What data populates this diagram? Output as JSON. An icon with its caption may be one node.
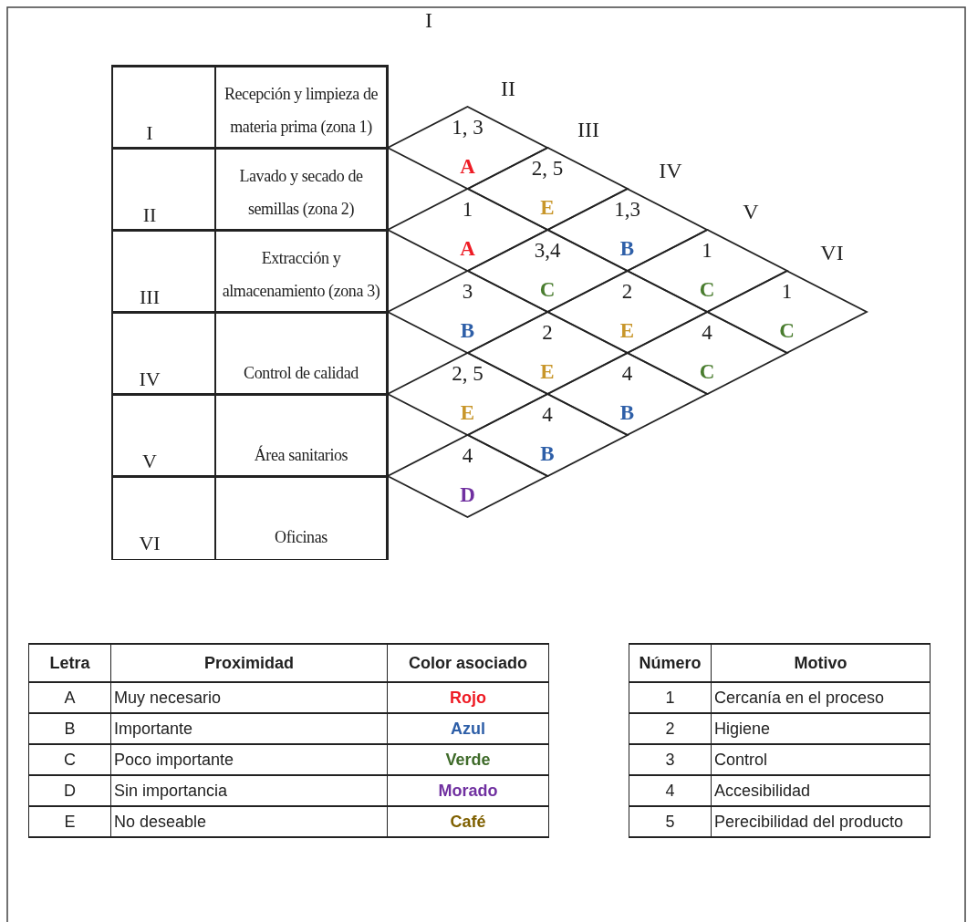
{
  "diagram": {
    "nodes": [
      {
        "text": [
          "I",
          "Recepción y limpieza de materia prima (zona 1)"
        ]
      },
      {
        "text": [
          "II",
          "Lavado y secado de semillas (zona 2)"
        ]
      },
      {
        "text": [
          "III",
          "Extracción y almacenamiento (zona 3)"
        ]
      },
      {
        "text": [
          "IV",
          "Control de calidad"
        ]
      },
      {
        "text": [
          "V",
          "Área sanitarios"
        ]
      },
      {
        "text": [
          "VI",
          "Oficinas"
        ]
      },
      {
        "text": [
          "1, 3",
          "A"
        ]
      },
      {
        "text": [
          "2, 5",
          "E"
        ]
      },
      {
        "text": [
          "1",
          "A"
        ]
      },
      {
        "text": [
          "1,3",
          "B"
        ]
      },
      {
        "text": [
          "3,4",
          "C"
        ]
      },
      {
        "text": [
          "1",
          "C"
        ]
      },
      {
        "text": [
          "3",
          "B"
        ]
      },
      {
        "text": [
          "2",
          "E"
        ]
      },
      {
        "text": [
          "1",
          "C"
        ]
      },
      {
        "text": [
          "2",
          "E"
        ]
      },
      {
        "text": [
          "4",
          "C"
        ]
      },
      {
        "text": [
          "2, 5",
          "E"
        ]
      },
      {
        "text": [
          "4",
          "B"
        ]
      },
      {
        "text": [
          "4",
          "B"
        ]
      },
      {
        "text": [
          "4",
          "D"
        ]
      }
    ],
    "labels": [
      "I",
      "II",
      "III",
      "IV",
      "V",
      "VI",
      "Letra",
      "Proximidad",
      "Color asociado",
      "A",
      "Muy necesario",
      "Rojo",
      "B",
      "Importante",
      "Azul",
      "C",
      "Poco importante",
      "Verde",
      "D",
      "Sin importancia",
      "Morado",
      "E",
      "No deseable",
      "Café",
      "Número",
      "Motivo",
      "1",
      "Cercanía en el proceso",
      "2",
      "Higiene",
      "3",
      "Control",
      "4",
      "Accesibilidad",
      "5",
      "Perecibilidad del producto"
    ]
  }
}
